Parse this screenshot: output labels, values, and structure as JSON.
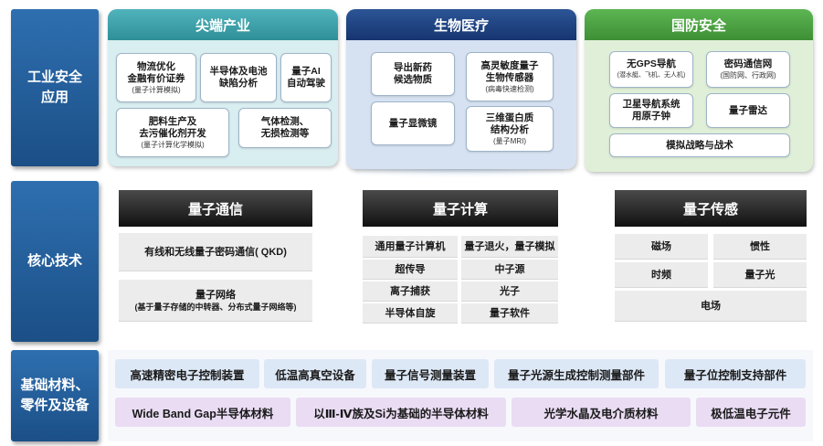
{
  "rows": {
    "application": "工业安全\n应用",
    "core": "核心技术",
    "foundation": "基础材料、\n零件及设备"
  },
  "sectors": {
    "advanced": {
      "title": "尖端产业",
      "cards": [
        {
          "label": "物流优化\n金融有价证券",
          "sub": "(量子计算模拟)"
        },
        {
          "label": "半导体及电池\n缺陷分析",
          "sub": ""
        },
        {
          "label": "量子AI\n自动驾驶",
          "sub": ""
        },
        {
          "label": "肥料生产及\n去污催化剂开发",
          "sub": "(量子计算化学模拟)"
        },
        {
          "label": "气体检测、\n无损检测等",
          "sub": ""
        }
      ]
    },
    "bio": {
      "title": "生物医疗",
      "cards": [
        {
          "label": "导出新药\n候选物质",
          "sub": ""
        },
        {
          "label": "高灵敏度量子\n生物传感器",
          "sub": "(病毒快速检测)"
        },
        {
          "label": "量子显微镜",
          "sub": ""
        },
        {
          "label": "三维蛋白质\n结构分析",
          "sub": "(量子MRI)"
        }
      ]
    },
    "defense": {
      "title": "国防安全",
      "cards": [
        {
          "label": "无GPS导航",
          "sub": "(潜水艇、飞机、无人机)"
        },
        {
          "label": "密码通信网",
          "sub": "(国防网、行政网)"
        },
        {
          "label": "卫星导航系统\n用原子钟",
          "sub": ""
        },
        {
          "label": "量子雷达",
          "sub": ""
        },
        {
          "label": "模拟战略与战术",
          "sub": ""
        }
      ]
    }
  },
  "core_tech": {
    "communication": {
      "title": "量子通信",
      "items": [
        {
          "label": "有线和无线量子密码通信( QKD)",
          "sub": ""
        },
        {
          "label": "量子网络",
          "sub": "(基于量子存储的中转器、分布式量子网络等)"
        }
      ]
    },
    "computing": {
      "title": "量子计算",
      "items": [
        "通用量子计算机",
        "量子退火，量子模拟",
        "超传导",
        "中子源",
        "离子捕获",
        "光子",
        "半导体自旋",
        "量子软件"
      ]
    },
    "sensing": {
      "title": "量子传感",
      "items": [
        "磁场",
        "惯性",
        "时频",
        "量子光",
        "电场"
      ]
    }
  },
  "foundation": {
    "row1": [
      "高速精密电子控制装置",
      "低温高真空设备",
      "量子信号测量装置",
      "量子光源生成控制测量部件",
      "量子位控制支持部件"
    ],
    "row2": [
      "Wide Band Gap半导体材料",
      "以Ⅲ-Ⅳ族及Si为基础的半导体材料",
      "光学水晶及电介质材料",
      "极低温电子元件"
    ]
  },
  "colors": {
    "row_label": "#1b4f86",
    "advanced_head": "#3aa0a8",
    "advanced_body": "#d8eef0",
    "bio_head": "#1d3f7a",
    "bio_body": "#d6e2f2",
    "defense_head": "#4aa040",
    "defense_body": "#e0f0d8",
    "tech_head": "#111111",
    "found_blue": "#dde8f6",
    "found_purple": "#e9dcf3"
  }
}
